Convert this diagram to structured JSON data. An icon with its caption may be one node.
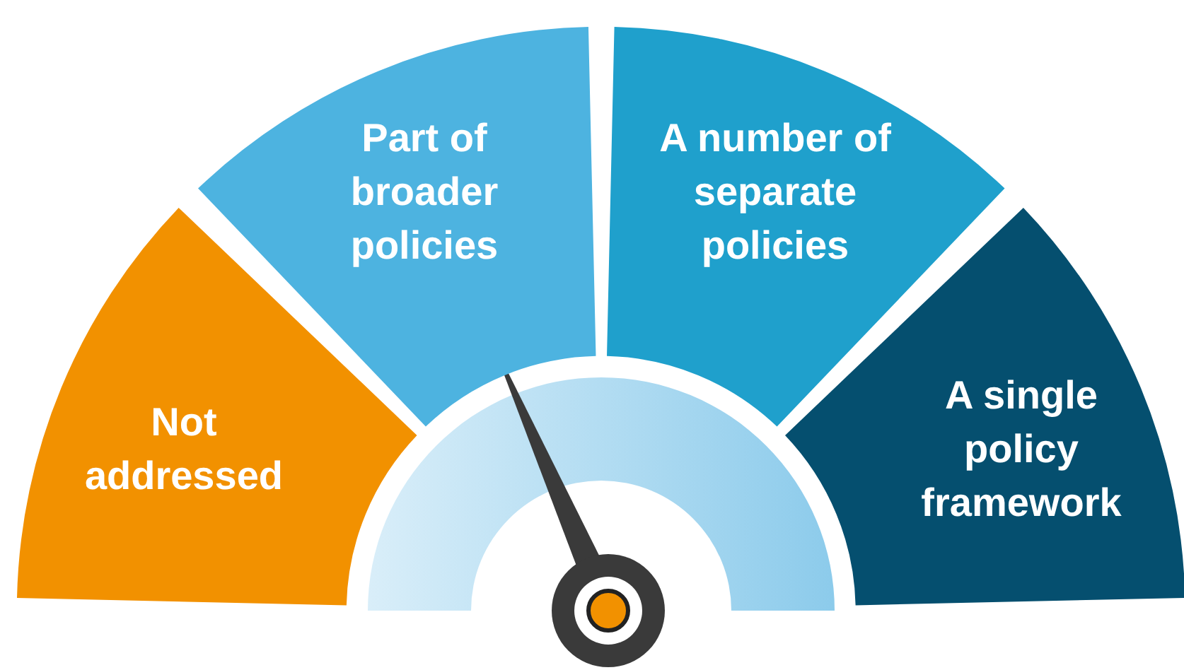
{
  "diagram": {
    "nodes": [
      {
        "text": [
          "Not addressed"
        ]
      },
      {
        "text": [
          "Part of broader policies"
        ]
      },
      {
        "text": [
          "A number of separate policies"
        ]
      },
      {
        "text": [
          "A single policy framework"
        ]
      }
    ]
  }
}
